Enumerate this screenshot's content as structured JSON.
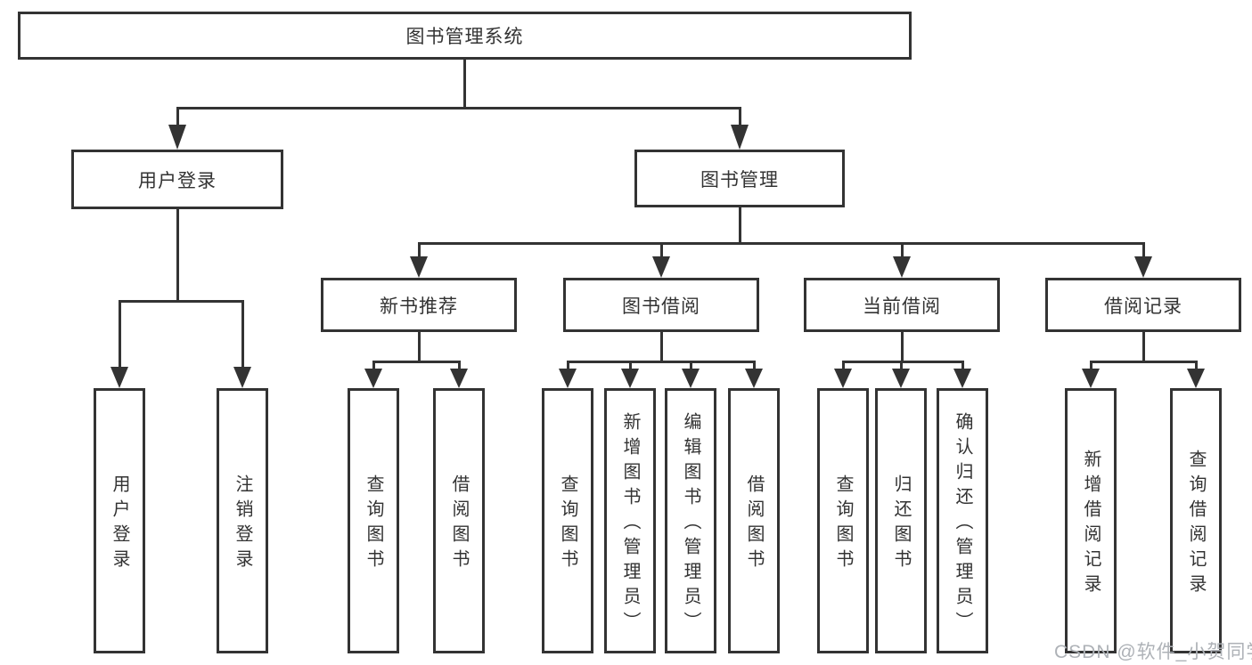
{
  "diagram": {
    "root": "图书管理系统",
    "user_login": {
      "label": "用户登录",
      "children": [
        "用户登录",
        "注销登录"
      ]
    },
    "book_management": {
      "label": "图书管理",
      "children": [
        {
          "label": "新书推荐",
          "children": [
            "查询图书",
            "借阅图书"
          ]
        },
        {
          "label": "图书借阅",
          "children": [
            "查询图书",
            "新增图书（管理员）",
            "编辑图书（管理员）",
            "借阅图书"
          ]
        },
        {
          "label": "当前借阅",
          "children": [
            "查询图书",
            "归还图书",
            "确认归还（管理员）"
          ]
        },
        {
          "label": "借阅记录",
          "children": [
            "新增借阅记录",
            "查询借阅记录"
          ]
        }
      ]
    }
  },
  "watermark": "CSDN @软件_小贺同学",
  "colors": {
    "line": "#333333",
    "box_border": "#333333",
    "box_fill": "#ffffff",
    "text": "#333333",
    "watermark": "#aeb2b7",
    "background": "#ffffff"
  }
}
